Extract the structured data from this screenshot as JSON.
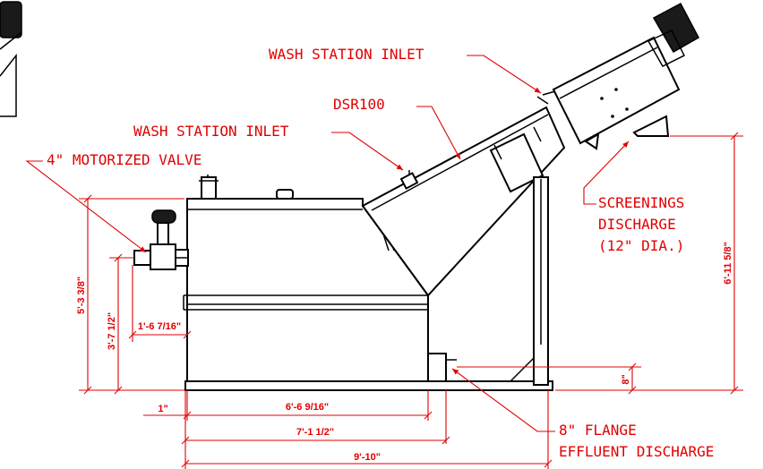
{
  "callouts": {
    "wash_station_inlet_top": "WASH STATION INLET",
    "dsr100": "DSR100",
    "wash_station_inlet_mid": "WASH STATION INLET",
    "motorized_valve": "4\" MOTORIZED VALVE",
    "screenings_discharge_1": "SCREENINGS",
    "screenings_discharge_2": "DISCHARGE",
    "screenings_discharge_3": "(12\" DIA.)",
    "flange_1": "8\" FLANGE",
    "flange_2": "EFFLUENT DISCHARGE"
  },
  "dimensions": {
    "overall_height": "5'-3 3/8\"",
    "valve_height": "3'-7 1/2\"",
    "valve_offset": "1'-6 7/16\"",
    "discharge_height": "6'-11 5/8\"",
    "flange_height": "8\"",
    "base_offset": "1\"",
    "tank_length": "6'-6 9/16\"",
    "outlet_length": "7'-1 1/2\"",
    "overall_length": "9'-10\""
  },
  "colors": {
    "annotation": "#e10000",
    "equipment": "#000000"
  }
}
